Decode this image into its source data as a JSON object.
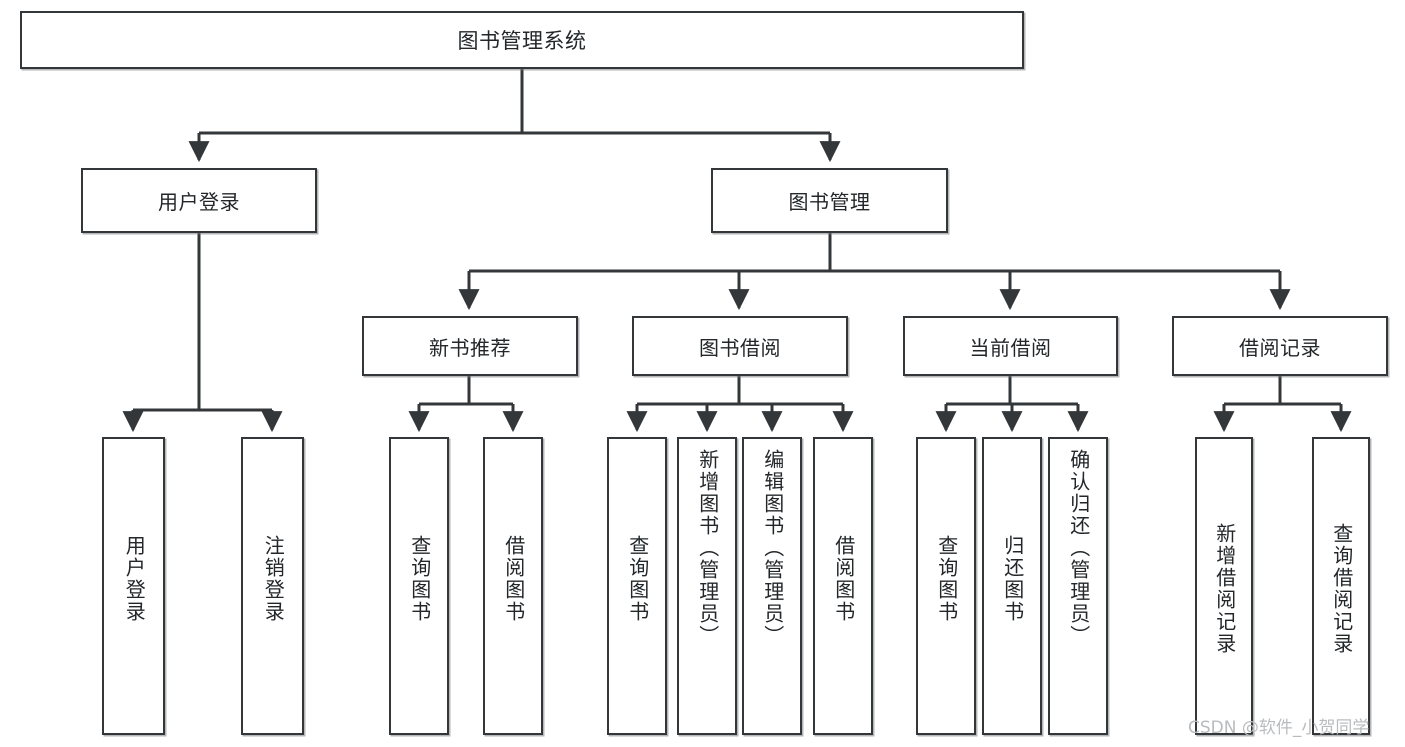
{
  "diagram": {
    "title": "图书管理系统",
    "type": "tree",
    "root": {
      "label": "图书管理系统"
    },
    "level1": [
      {
        "label": "用户登录"
      },
      {
        "label": "图书管理"
      }
    ],
    "level2": [
      {
        "label": "新书推荐"
      },
      {
        "label": "图书借阅"
      },
      {
        "label": "当前借阅"
      },
      {
        "label": "借阅记录"
      }
    ],
    "leaves": {
      "user_login": [
        {
          "label": "用户登录"
        },
        {
          "label": "注销登录"
        }
      ],
      "new_book_recommend": [
        {
          "label": "查询图书"
        },
        {
          "label": "借阅图书"
        }
      ],
      "book_borrow": [
        {
          "label": "查询图书"
        },
        {
          "label": "新增图书（管理员）"
        },
        {
          "label": "编辑图书（管理员）"
        },
        {
          "label": "借阅图书"
        }
      ],
      "current_borrow": [
        {
          "label": "查询图书"
        },
        {
          "label": "归还图书"
        },
        {
          "label": "确认归还（管理员）"
        }
      ],
      "borrow_record": [
        {
          "label": "新增借阅记录"
        },
        {
          "label": "查询借阅记录"
        }
      ]
    },
    "watermark": "CSDN @软件_小贺同学",
    "colors": {
      "stroke": "#33373a",
      "text": "#23272a",
      "background": "#ffffff",
      "watermark": "#b9bcbe"
    }
  }
}
